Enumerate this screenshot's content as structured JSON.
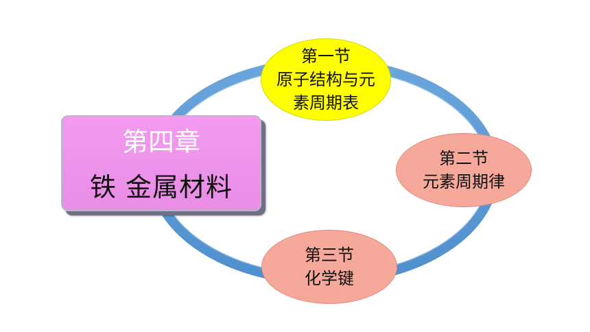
{
  "chapter": {
    "title": "第四章",
    "subtitle": "铁  金属材料"
  },
  "sections": [
    {
      "line1": "第一节",
      "line2": "原子结构与元",
      "line3": "素周期表",
      "color": "#ffff00"
    },
    {
      "line1": "第二节",
      "line2": "元素周期律",
      "color": "#f6a99a"
    },
    {
      "line1": "第三节",
      "line2": "化学键",
      "color": "#f6a99a"
    }
  ],
  "colors": {
    "ring": "#5b9bd5",
    "chapter_box": "#ee93eb"
  }
}
